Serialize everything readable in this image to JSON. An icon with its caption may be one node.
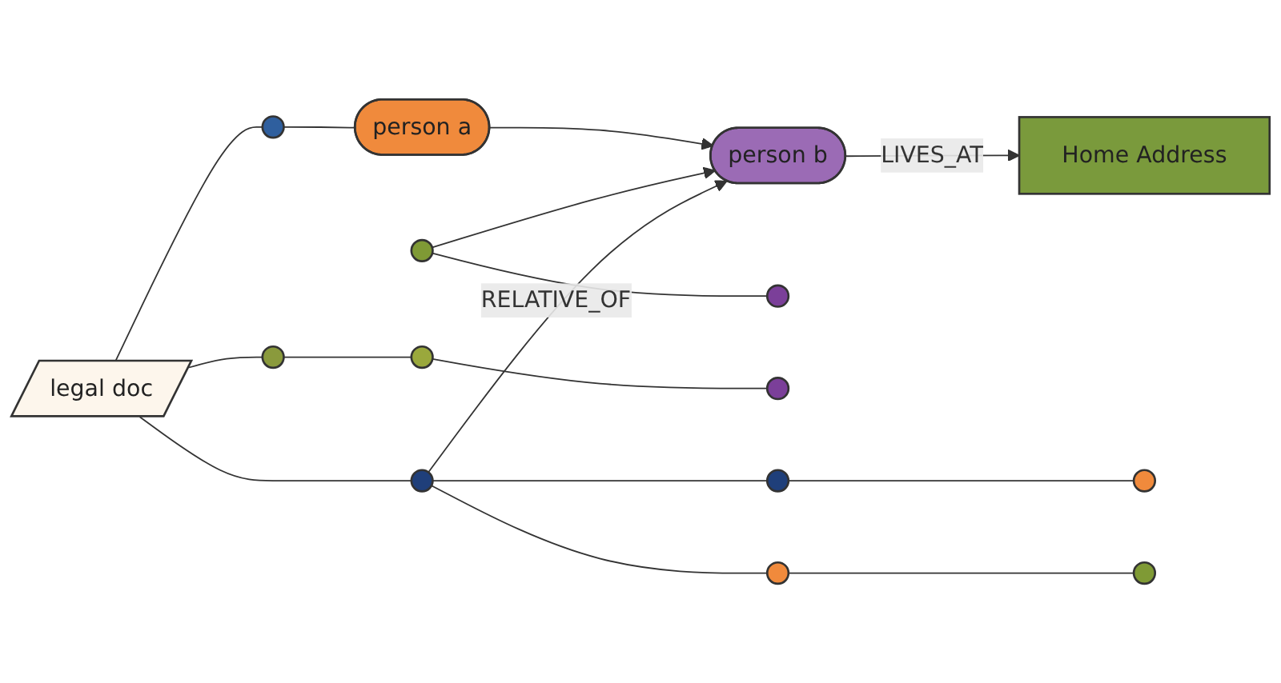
{
  "diagram": {
    "nodes": [
      {
        "text": [
          "legal doc"
        ]
      },
      {
        "text": [],
        "shape": "circle"
      },
      {
        "text": [],
        "shape": "circle"
      },
      {
        "text": [],
        "shape": "circle"
      },
      {
        "text": [
          "person a"
        ]
      },
      {
        "text": [
          "person b"
        ]
      },
      {
        "text": [
          "Home Address"
        ]
      },
      {
        "text": [],
        "shape": "circle"
      },
      {
        "text": [],
        "shape": "circle"
      },
      {
        "text": [],
        "shape": "circle"
      },
      {
        "text": [],
        "shape": "circle"
      },
      {
        "text": [],
        "shape": "circle"
      },
      {
        "text": [],
        "shape": "circle"
      },
      {
        "text": [],
        "shape": "circle"
      },
      {
        "text": [],
        "shape": "circle"
      }
    ],
    "edges": [
      {
        "from": 0,
        "to": 1,
        "arrow": "none"
      },
      {
        "from": 0,
        "to": 2,
        "arrow": "none"
      },
      {
        "from": 0,
        "to": 3,
        "arrow": "none"
      },
      {
        "from": 1,
        "to": 4,
        "arrow": "none"
      },
      {
        "from": 4,
        "to": 5,
        "arrow": "to"
      },
      {
        "from": 7,
        "to": 5,
        "arrow": "to"
      },
      {
        "from": 7,
        "to": 8,
        "arrow": "none"
      },
      {
        "from": 2,
        "to": 11,
        "arrow": "none"
      },
      {
        "from": 11,
        "to": 12,
        "arrow": "none"
      },
      {
        "from": 2,
        "to": 5,
        "arrow": "to",
        "label": "RELATIVE_OF"
      },
      {
        "from": 2,
        "to": 13,
        "arrow": "none"
      },
      {
        "from": 13,
        "to": 14,
        "arrow": "none"
      },
      {
        "from": 5,
        "to": 6,
        "arrow": "to",
        "label": "LIVES_AT"
      },
      {
        "from": 3,
        "to": 9,
        "arrow": "none"
      },
      {
        "from": 9,
        "to": 10,
        "arrow": "none"
      }
    ]
  }
}
